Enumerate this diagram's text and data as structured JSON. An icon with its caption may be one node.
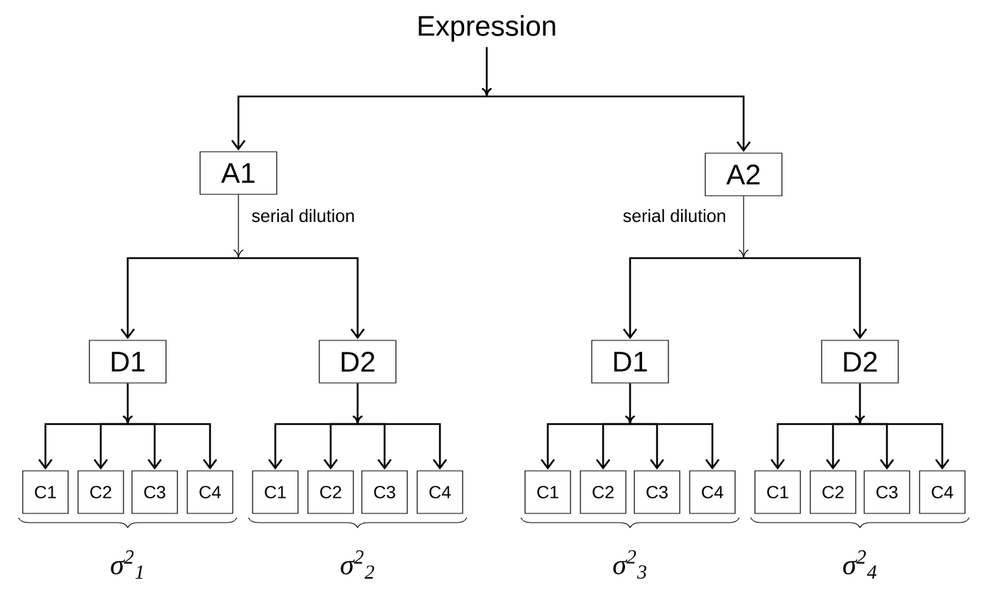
{
  "diagram": {
    "nodes": [
      {
        "text": [
          "Expression"
        ]
      },
      {
        "text": [
          "A1"
        ]
      },
      {
        "text": [
          "A2"
        ]
      },
      {
        "text": [
          "D1"
        ]
      },
      {
        "text": [
          "D2"
        ]
      },
      {
        "text": [
          "D1"
        ]
      },
      {
        "text": [
          "D2"
        ]
      },
      {
        "text": [
          "C1"
        ]
      },
      {
        "text": [
          "C2"
        ]
      },
      {
        "text": [
          "C3"
        ]
      },
      {
        "text": [
          "C4"
        ]
      },
      {
        "text": [
          "C1"
        ]
      },
      {
        "text": [
          "C2"
        ]
      },
      {
        "text": [
          "C3"
        ]
      },
      {
        "text": [
          "C4"
        ]
      },
      {
        "text": [
          "C1"
        ]
      },
      {
        "text": [
          "C2"
        ]
      },
      {
        "text": [
          "C3"
        ]
      },
      {
        "text": [
          "C4"
        ]
      },
      {
        "text": [
          "C1"
        ]
      },
      {
        "text": [
          "C2"
        ]
      },
      {
        "text": [
          "C3"
        ]
      },
      {
        "text": [
          "C4"
        ]
      }
    ],
    "edges": [
      {
        "from": 0,
        "to": 1,
        "arrow": "to"
      },
      {
        "from": 0,
        "to": 2,
        "arrow": "to"
      },
      {
        "from": 1,
        "to": 3,
        "arrow": "to",
        "label": "serial dilution"
      },
      {
        "from": 1,
        "to": 4,
        "arrow": "to"
      },
      {
        "from": 2,
        "to": 5,
        "arrow": "to",
        "label": "serial dilution"
      },
      {
        "from": 2,
        "to": 6,
        "arrow": "to"
      },
      {
        "from": 3,
        "to": 7,
        "arrow": "to"
      },
      {
        "from": 3,
        "to": 8,
        "arrow": "to"
      },
      {
        "from": 3,
        "to": 9,
        "arrow": "to"
      },
      {
        "from": 3,
        "to": 10,
        "arrow": "to"
      },
      {
        "from": 4,
        "to": 11,
        "arrow": "to"
      },
      {
        "from": 4,
        "to": 12,
        "arrow": "to"
      },
      {
        "from": 4,
        "to": 13,
        "arrow": "to"
      },
      {
        "from": 4,
        "to": 14,
        "arrow": "to"
      },
      {
        "from": 5,
        "to": 15,
        "arrow": "to"
      },
      {
        "from": 5,
        "to": 16,
        "arrow": "to"
      },
      {
        "from": 5,
        "to": 17,
        "arrow": "to"
      },
      {
        "from": 5,
        "to": 18,
        "arrow": "to"
      },
      {
        "from": 6,
        "to": 19,
        "arrow": "to"
      },
      {
        "from": 6,
        "to": 20,
        "arrow": "to"
      },
      {
        "from": 6,
        "to": 21,
        "arrow": "to"
      },
      {
        "from": 6,
        "to": 22,
        "arrow": "to"
      }
    ],
    "labels": [
      "σ$^{2}$$_{1}$",
      "σ$^{2}$$_{2}$",
      "σ$^{2}$$_{3}$",
      "σ$^{2}$$_{4}$"
    ]
  }
}
